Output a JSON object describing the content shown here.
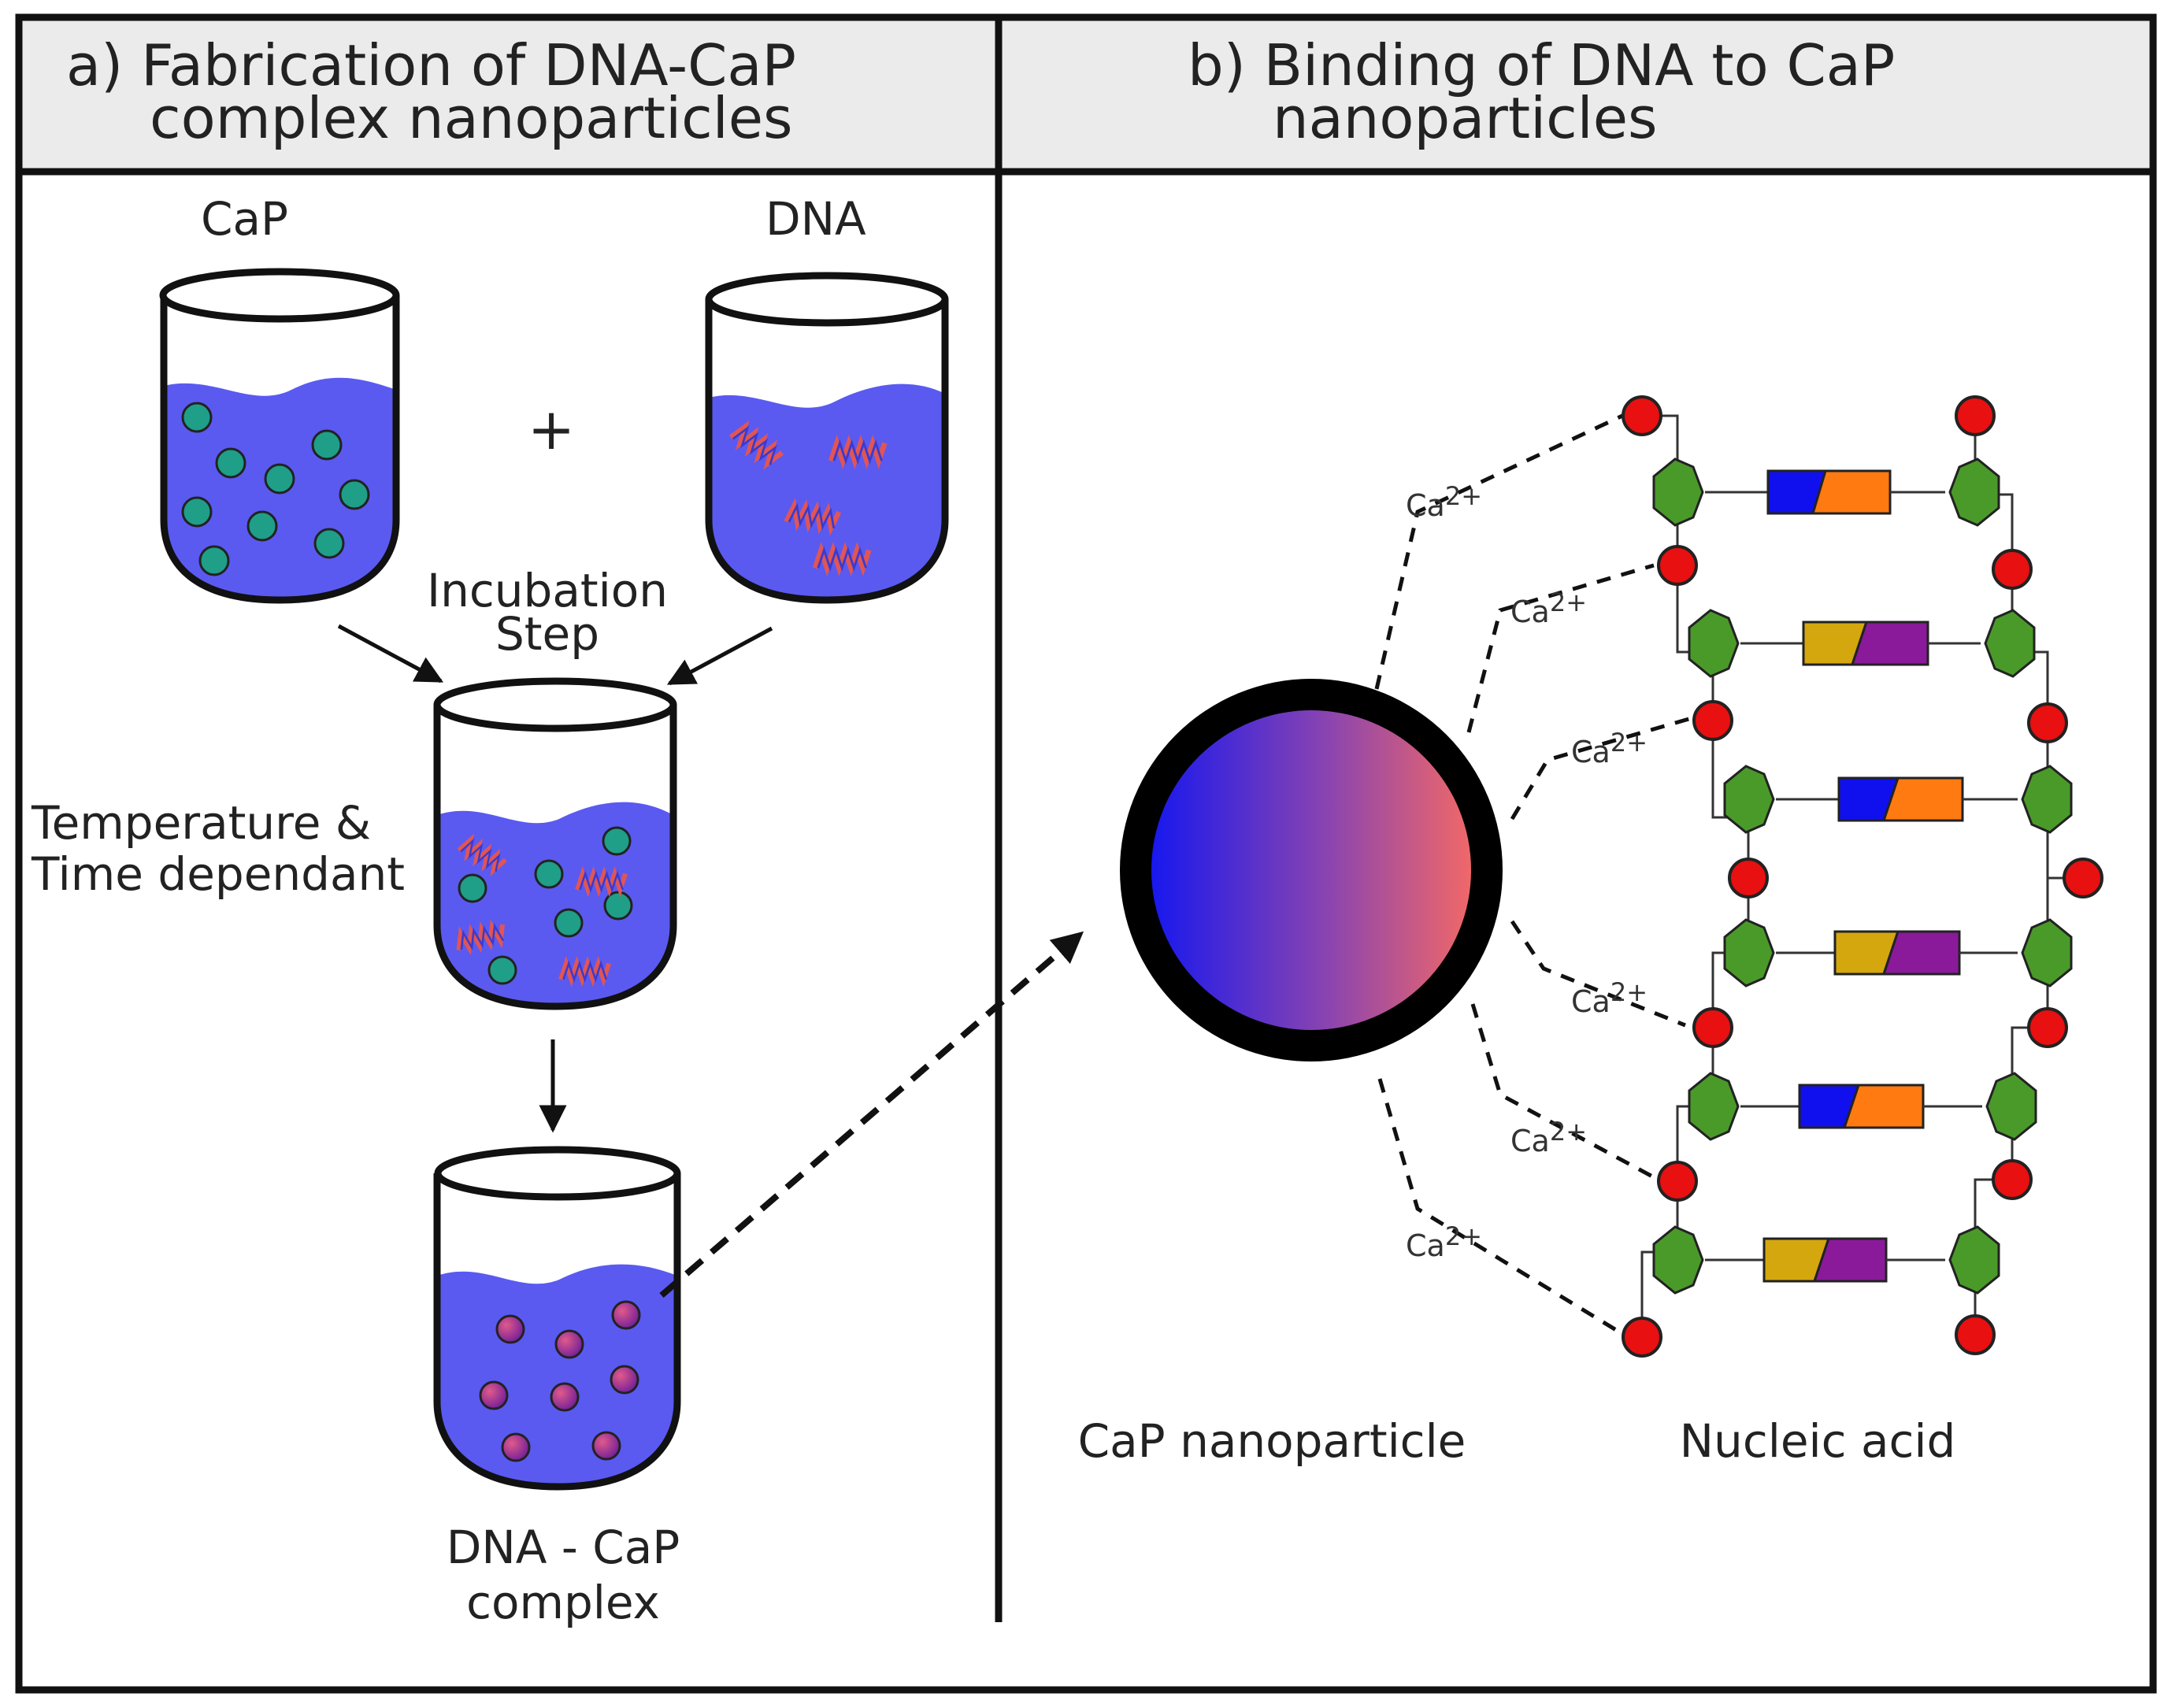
{
  "panel_a": {
    "title_line1": "a) Fabrication of DNA-CaP",
    "title_line2": "complex nanoparticles",
    "beaker_cap_label": "CaP",
    "beaker_dna_label": "DNA",
    "plus_sign": "+",
    "incubation_line1": "Incubation",
    "incubation_line2": "Step",
    "condition_line1": "Temperature &",
    "condition_line2": "Time dependant",
    "product_line1": "DNA - CaP",
    "product_line2": "complex"
  },
  "panel_b": {
    "title_line1": "b) Binding of DNA to CaP",
    "title_line2": "nanoparticles",
    "ion_base": "Ca",
    "ion_charge": "2+",
    "nanoparticle_label": "CaP nanoparticle",
    "nucleic_acid_label": "Nucleic acid"
  },
  "colors": {
    "liquid": "#5a5af0",
    "header_bg": "#ebebeb",
    "cap_particle": "#1f9e88",
    "phosphate": "#e81010",
    "sugar": "#4a9a2a",
    "base_blue": "#1010ee",
    "base_orange": "#ff7a10",
    "base_gold": "#d4a70e",
    "base_purple": "#8a1a9a",
    "dna_strand": "#e05555"
  }
}
